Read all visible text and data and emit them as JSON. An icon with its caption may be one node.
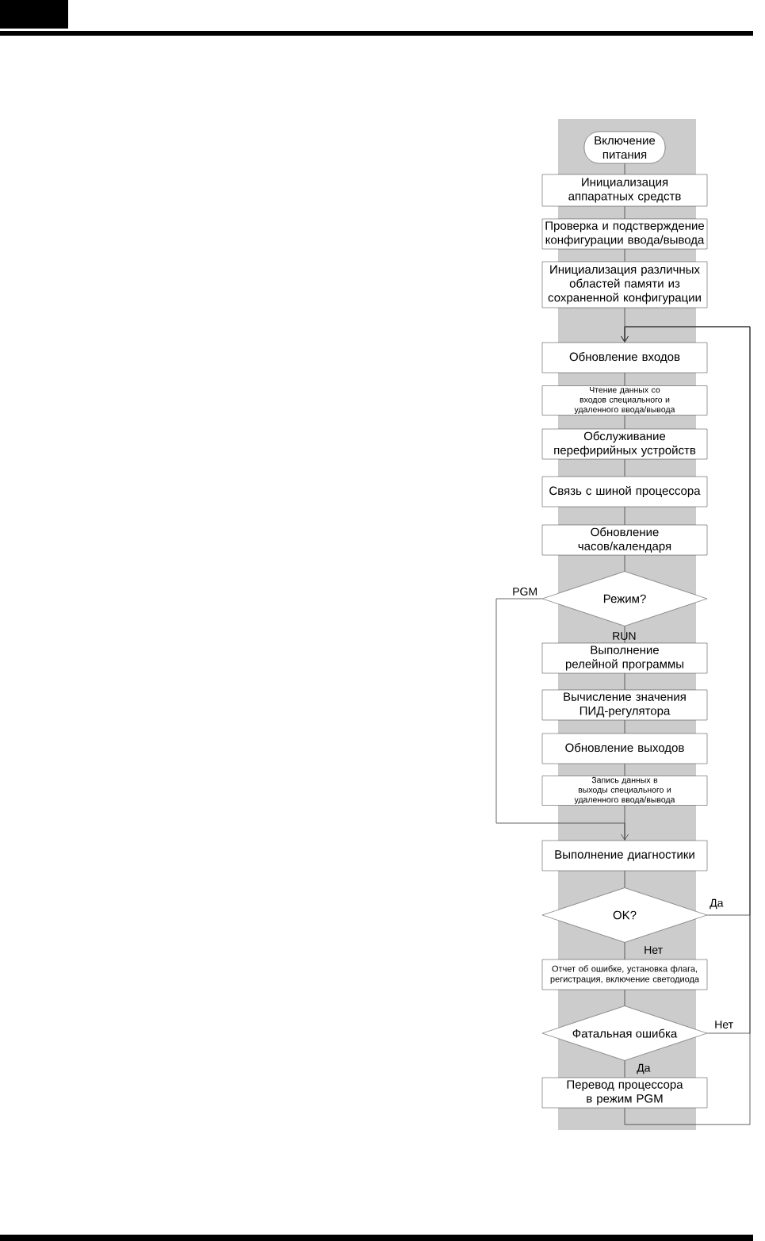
{
  "diagram": {
    "nodes": [
      {
        "text": [
          "Включение питания"
        ]
      },
      {
        "text": [
          "Инициализация аппаратных средств"
        ]
      },
      {
        "text": [
          "Проверка и подстверждение конфигурации ввода/вывода"
        ]
      },
      {
        "text": [
          "Инициализация различных областей памяти из сохраненной конфигурации"
        ]
      },
      {
        "text": [
          "Обновление входов"
        ]
      },
      {
        "text": [
          "Чтение данных со входов специального и удаленного ввода/вывода"
        ]
      },
      {
        "text": [
          "Обслуживание перефирийных устройств"
        ]
      },
      {
        "text": [
          "Связь с шиной процессора"
        ]
      },
      {
        "text": [
          "Обновление часов/календаря"
        ]
      },
      {
        "text": [
          "Режим?"
        ]
      },
      {
        "text": [
          "Выполнение релейной программы"
        ]
      },
      {
        "text": [
          "Вычисление значения ПИД-регулятора"
        ]
      },
      {
        "text": [
          "Обновление выходов"
        ]
      },
      {
        "text": [
          "Запись данных в выходы специального и удаленного ввода/вывода"
        ]
      },
      {
        "text": [
          "Выполнение диагностики"
        ]
      },
      {
        "text": [
          "OK?"
        ]
      },
      {
        "text": [
          "Отчет об ошибке, установка флага, регистрация, включение светодиода"
        ]
      },
      {
        "text": [
          "Фатальная ошибка"
        ]
      },
      {
        "text": [
          "Перевод процессора в режим PGM"
        ]
      }
    ],
    "edges": [
      {
        "from": 0,
        "to": 1,
        "arrow": "none"
      },
      {
        "from": 1,
        "to": 2,
        "arrow": "none"
      },
      {
        "from": 2,
        "to": 3,
        "arrow": "none"
      },
      {
        "from": 3,
        "to": 4,
        "arrow": "none"
      },
      {
        "from": 4,
        "to": 5,
        "arrow": "none"
      },
      {
        "from": 5,
        "to": 6,
        "arrow": "none"
      },
      {
        "from": 6,
        "to": 7,
        "arrow": "none"
      },
      {
        "from": 7,
        "to": 8,
        "arrow": "none"
      },
      {
        "from": 8,
        "to": 9,
        "arrow": "none"
      },
      {
        "from": 9,
        "to": 10,
        "arrow": "none",
        "label": "RUN"
      },
      {
        "from": 9,
        "to": 14,
        "arrow": "to",
        "label": "PGM"
      },
      {
        "from": 10,
        "to": 11,
        "arrow": "none"
      },
      {
        "from": 11,
        "to": 12,
        "arrow": "none"
      },
      {
        "from": 12,
        "to": 13,
        "arrow": "none"
      },
      {
        "from": 13,
        "to": 14,
        "arrow": "none"
      },
      {
        "from": 14,
        "to": 15,
        "arrow": "none"
      },
      {
        "from": 15,
        "to": 16,
        "arrow": "none",
        "label": "Нет"
      },
      {
        "from": 15,
        "to": 4,
        "arrow": "to",
        "label": "Да"
      },
      {
        "from": 16,
        "to": 17,
        "arrow": "none"
      },
      {
        "from": 17,
        "to": 18,
        "arrow": "none",
        "label": "Да"
      },
      {
        "from": 17,
        "to": 4,
        "arrow": "to",
        "label": "Нет"
      },
      {
        "from": 18,
        "to": 4,
        "arrow": "to"
      }
    ]
  }
}
